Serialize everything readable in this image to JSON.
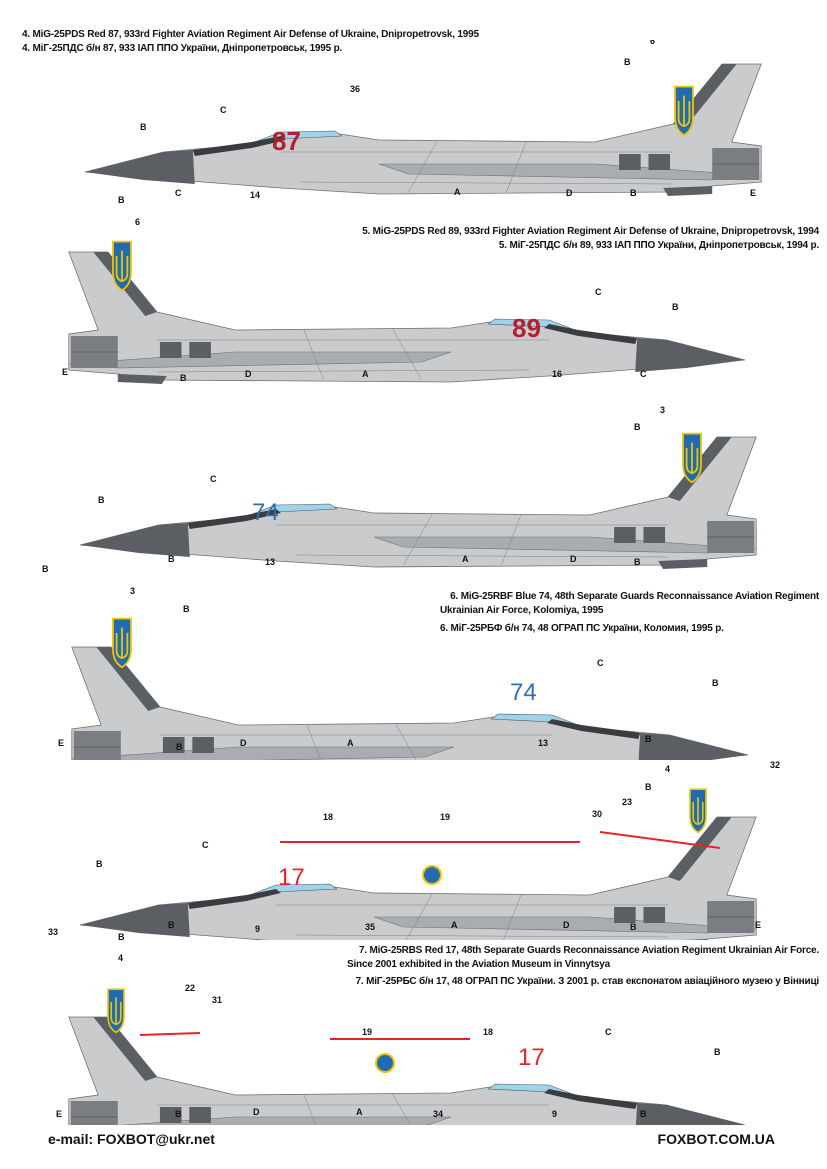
{
  "profiles": [
    {
      "caption_en": "4. MiG-25PDS Red 87, 933rd Fighter Aviation Regiment Air Defense of Ukraine, Dnipropetrovsk, 1995",
      "caption_ua": "4. МіГ-25ПДС б/н 87, 933 ІАП ППО України, Дніпропетровськ, 1995 р.",
      "side_number": "87",
      "side_number_color": "#b51f2e"
    },
    {
      "caption_en": "5. MiG-25PDS Red 89, 933rd Fighter Aviation Regiment Air Defense of Ukraine, Dnipropetrovsk, 1994",
      "caption_ua": "5. МіГ-25ПДС б/н 89, 933 ІАП ППО України, Дніпропетровськ, 1994 р.",
      "side_number": "89",
      "side_number_color": "#b51f2e"
    },
    {
      "caption_en_1": "6. MiG-25RBF Blue 74, 48th Separate Guards Reconnaissance Aviation Regiment",
      "caption_en_2": "Ukrainian Air Force, Kolomiya, 1995",
      "caption_ua": "6. МіГ-25РБФ б/н 74, 48 ОГРАП ПС України, Коломия, 1995 р.",
      "side_number": "74",
      "side_number_color": "#2e6fb0"
    },
    {
      "caption_en_1": "7. MiG-25RBS Red 17, 48th Separate Guards Reconnaissance Aviation Regiment Ukrainian Air Force.",
      "caption_en_2": "Since 2001 exhibited in the Aviation Museum in Vinnytsya",
      "caption_ua": "7. МіГ-25РБС б/н 17, 48 ОГРАП ПС України. З 2001 р. став експонатом авіаційного музею у Вінниці",
      "side_number": "17",
      "side_number_color": "#e8242a"
    }
  ],
  "labels": {
    "A": "A",
    "B": "B",
    "C": "C",
    "D": "D",
    "E": "E",
    "n3": "3",
    "n4": "4",
    "n6": "6",
    "n9": "9",
    "n13": "13",
    "n14": "14",
    "n16": "16",
    "n18": "18",
    "n19": "19",
    "n22": "22",
    "n23": "23",
    "n30": "30",
    "n31": "31",
    "n32": "32",
    "n33": "33",
    "n34": "34",
    "n35": "35",
    "n36": "36"
  },
  "footer": {
    "email": "e-mail: FOXBOT@ukr.net",
    "site": "FOXBOT.COM.UA"
  },
  "colors": {
    "camo_light": "#c9cbcd",
    "camo_mid": "#a9acb0",
    "nose_dark": "#5b5e62",
    "canopy": "#9fd3ec",
    "ua_blue": "#1f6cb3",
    "ua_yellow": "#f2c400",
    "stripe_red": "#e8242a"
  }
}
